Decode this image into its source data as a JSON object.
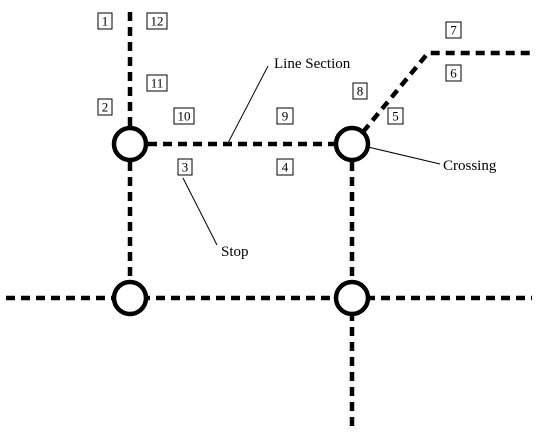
{
  "callouts": {
    "line_section": "Line Section",
    "crossing": "Crossing",
    "stop": "Stop"
  },
  "segment_numbers": [
    "1",
    "2",
    "3",
    "4",
    "5",
    "6",
    "7",
    "8",
    "9",
    "10",
    "11",
    "12"
  ],
  "colors": {
    "ink": "#000000",
    "background": "#ffffff"
  }
}
